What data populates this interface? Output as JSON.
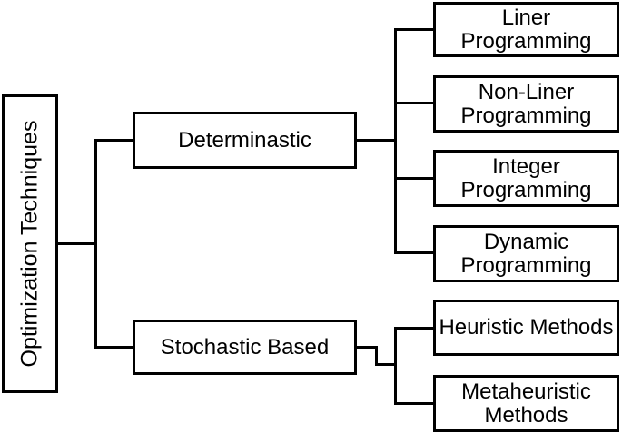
{
  "diagram": {
    "description": "Classification tree of optimization techniques",
    "root": {
      "label": "Optimization Techniques"
    },
    "branches": [
      {
        "label": "Determinastic"
      },
      {
        "label": "Stochastic Based"
      }
    ],
    "deterministic_leaves": [
      {
        "label": "Liner\nProgramming"
      },
      {
        "label": "Non-Liner\nProgramming"
      },
      {
        "label": "Integer\nProgramming"
      },
      {
        "label": "Dynamic\nProgramming"
      }
    ],
    "stochastic_leaves": [
      {
        "label": "Heuristic Methods"
      },
      {
        "label": "Metaheuristic\nMethods"
      }
    ],
    "colors": {
      "line": "#000000",
      "text": "#000000",
      "box_fill": "#ffffff",
      "background": "#ffffff"
    }
  }
}
